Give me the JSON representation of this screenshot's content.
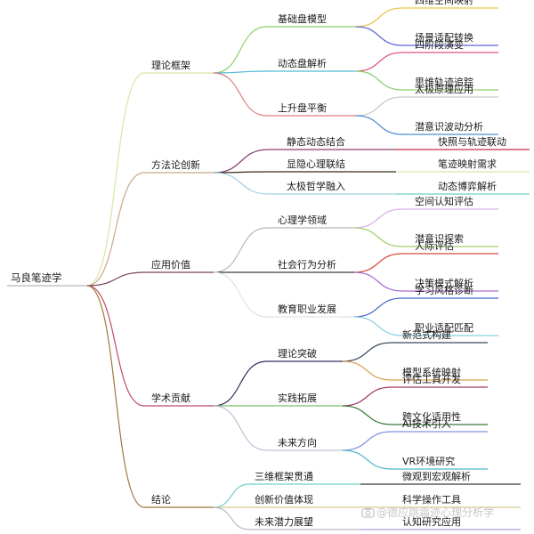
{
  "root": {
    "label": "马良笔迹学"
  },
  "branches": [
    {
      "label": "理论框架",
      "color": "#d8e6a4",
      "children": [
        {
          "label": "基础盘模型",
          "color": "#8ccf6a",
          "children": [
            {
              "label": "四维空间映射",
              "color": "#e9c64a"
            },
            {
              "label": "场景适配转换",
              "color": "#5f63d6"
            }
          ]
        },
        {
          "label": "动态盘解析",
          "color": "#58b8d4",
          "children": [
            {
              "label": "四阶段演变",
              "color": "#e0527a"
            },
            {
              "label": "思维轨迹追踪",
              "color": "#8ccf6a"
            }
          ]
        },
        {
          "label": "上升盘平衡",
          "color": "#e07c7c",
          "children": [
            {
              "label": "太极原理应用",
              "color": "#c8c8c8"
            },
            {
              "label": "潜意识波动分析",
              "color": "#4a8fd0"
            }
          ]
        }
      ]
    },
    {
      "label": "方法论创新",
      "color": "#c9a98a",
      "children": [
        {
          "label": "静态动态结合",
          "color": "#8a3f6e",
          "children": [
            {
              "label": "快照与轨迹联动",
              "color": "#cc2a4a"
            }
          ]
        },
        {
          "label": "显隐心理联结",
          "color": "#3a2a1a",
          "children": [
            {
              "label": "笔迹映射需求",
              "color": "#d8e6a4"
            }
          ]
        },
        {
          "label": "太极哲学融入",
          "color": "#9fd0e8",
          "children": [
            {
              "label": "动态博弈解析",
              "color": "#6ad0c8"
            }
          ]
        }
      ]
    },
    {
      "label": "应用价值",
      "color": "#7a3f5e",
      "children": [
        {
          "label": "心理学领域",
          "color": "#b8b8b8",
          "children": [
            {
              "label": "空间认知评估",
              "color": "#d8b0e8"
            },
            {
              "label": "潜意识探索",
              "color": "#9fd06a"
            }
          ]
        },
        {
          "label": "社会行为分析",
          "color": "#3a3a3a",
          "children": [
            {
              "label": "人际评估",
              "color": "#d84a3a"
            },
            {
              "label": "决策模式解析",
              "color": "#a86ad0"
            }
          ]
        },
        {
          "label": "教育职业发展",
          "color": "#e0e0ea",
          "children": [
            {
              "label": "学习风格诊断",
              "color": "#4a6ad0"
            },
            {
              "label": "职业适配匹配",
              "color": "#8ad0e0"
            }
          ]
        }
      ]
    },
    {
      "label": "学术贡献",
      "color": "#c04a6a",
      "children": [
        {
          "label": "理论突破",
          "color": "#3a2a5a",
          "children": [
            {
              "label": "新范式构建",
              "color": "#3a4a5a"
            },
            {
              "label": "模型系统映射",
              "color": "#d8a050"
            }
          ]
        },
        {
          "label": "实践拓展",
          "color": "#7ac06a",
          "children": [
            {
              "label": "评估工具开发",
              "color": "#a03a6a"
            },
            {
              "label": "跨文化适用性",
              "color": "#3a7a3a"
            }
          ]
        },
        {
          "label": "未来方向",
          "color": "#c0c0d8",
          "children": [
            {
              "label": "AI技术引入",
              "color": "#8090e0"
            },
            {
              "label": "VR环境研究",
              "color": "#50b8c8"
            }
          ]
        }
      ]
    },
    {
      "label": "结论",
      "color": "#9a7a3a",
      "children": [
        {
          "label": "三维框架贯通",
          "color": "#6ad0c8",
          "children": [
            {
              "label": "微观到宏观解析",
              "color": "#3a3a3a"
            }
          ]
        },
        {
          "label": "创新价值体现",
          "color": "#d8c890",
          "children": [
            {
              "label": "科学操作工具",
              "color": "#d8c890"
            }
          ]
        },
        {
          "label": "未来潜力展望",
          "color": "#b8b8c8",
          "children": [
            {
              "label": "认知研究应用",
              "color": "#a8a0d8"
            }
          ]
        }
      ]
    }
  ],
  "watermark": {
    "text": "@德应跳霜迹心理分析学",
    "icon": "camera-icon"
  }
}
